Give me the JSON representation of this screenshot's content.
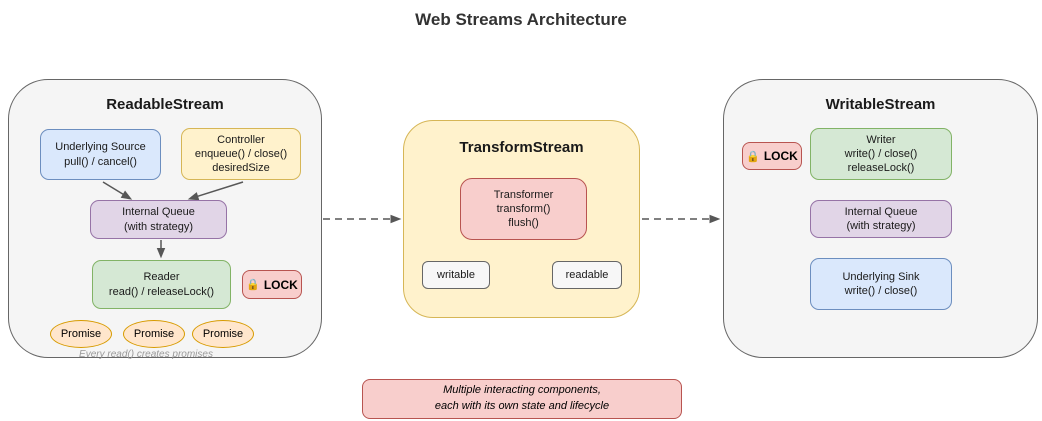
{
  "page_title": "Web Streams Architecture",
  "readable_stream": {
    "title": "ReadableStream",
    "underlying_source": {
      "line1": "Underlying Source",
      "line2": "pull() / cancel()"
    },
    "controller": {
      "line1": "Controller",
      "line2": "enqueue() / close()",
      "line3": "desiredSize"
    },
    "internal_queue": {
      "line1": "Internal Queue",
      "line2": "(with strategy)"
    },
    "reader": {
      "line1": "Reader",
      "line2": "read() / releaseLock()"
    },
    "lock_badge": {
      "icon": "🔒",
      "label": "LOCK"
    },
    "promises": [
      "Promise",
      "Promise",
      "Promise"
    ],
    "caption": "Every read() creates promises"
  },
  "transform_stream": {
    "title": "TransformStream",
    "transformer": {
      "line1": "Transformer",
      "line2": "transform()",
      "line3": "flush()"
    },
    "writable_label": "writable",
    "readable_label": "readable"
  },
  "writable_stream": {
    "title": "WritableStream",
    "lock_badge": {
      "icon": "🔒",
      "label": "LOCK"
    },
    "writer": {
      "line1": "Writer",
      "line2": "write() / close()",
      "line3": "releaseLock()"
    },
    "internal_queue": {
      "line1": "Internal Queue",
      "line2": "(with strategy)"
    },
    "underlying_sink": {
      "line1": "Underlying Sink",
      "line2": "write() / close()"
    }
  },
  "annotation": {
    "line1": "Multiple interacting components,",
    "line2": "each with its own state and lifecycle"
  },
  "colors": {
    "blue_fill": "#dae8fc",
    "blue_stroke": "#6c8ebf",
    "yellow_fill": "#fff2cc",
    "yellow_stroke": "#d6b656",
    "purple_fill": "#e1d5e7",
    "purple_stroke": "#9673a6",
    "green_fill": "#d5e8d4",
    "green_stroke": "#82b366",
    "pink_fill": "#f8cecc",
    "pink_stroke": "#b85450",
    "orange_fill": "#ffe6cc",
    "orange_stroke": "#d79b00",
    "container_fill": "#f5f5f5",
    "container_stroke": "#666666",
    "arrow": "#575757"
  }
}
